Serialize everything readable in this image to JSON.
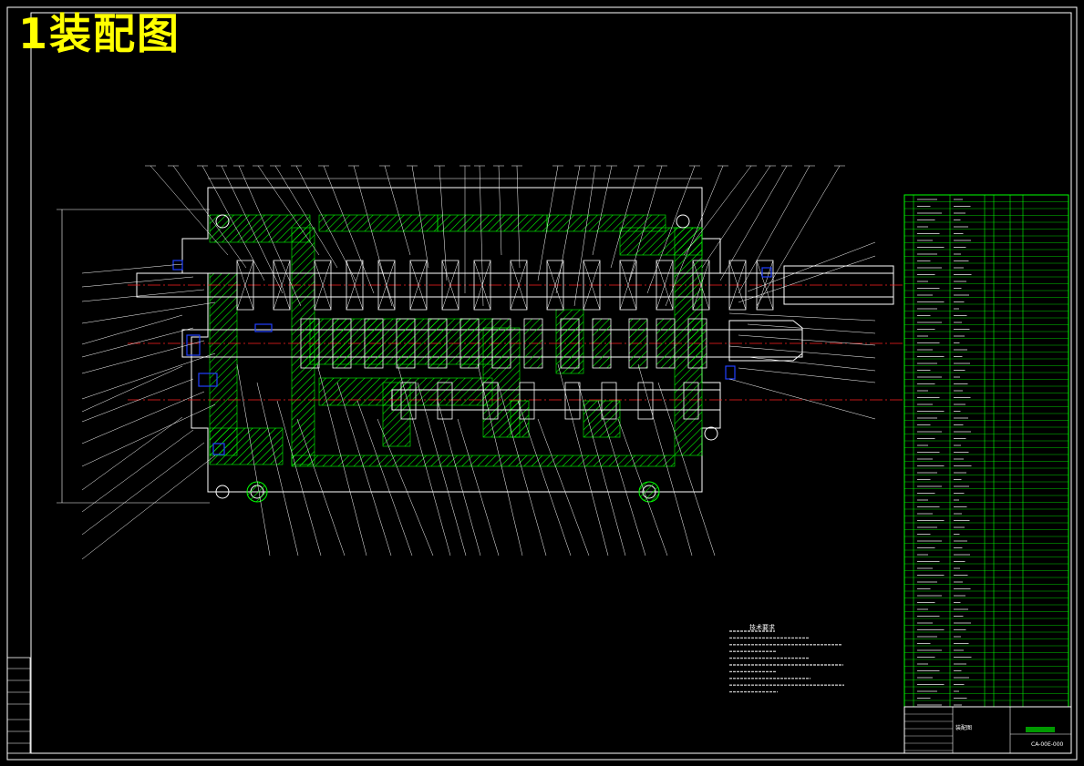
{
  "drawing": {
    "title": "1装配图",
    "drawing_number": "CA-00E-000",
    "assembly_name": "装配图",
    "tech_requirements_title": "技术要求"
  },
  "colors": {
    "background": "#000000",
    "outline": "#ffffff",
    "title": "#ffff00",
    "hatch": "#00ff00",
    "centerline": "#ff2020",
    "highlight": "#2040ff",
    "table": "#00ff00"
  }
}
